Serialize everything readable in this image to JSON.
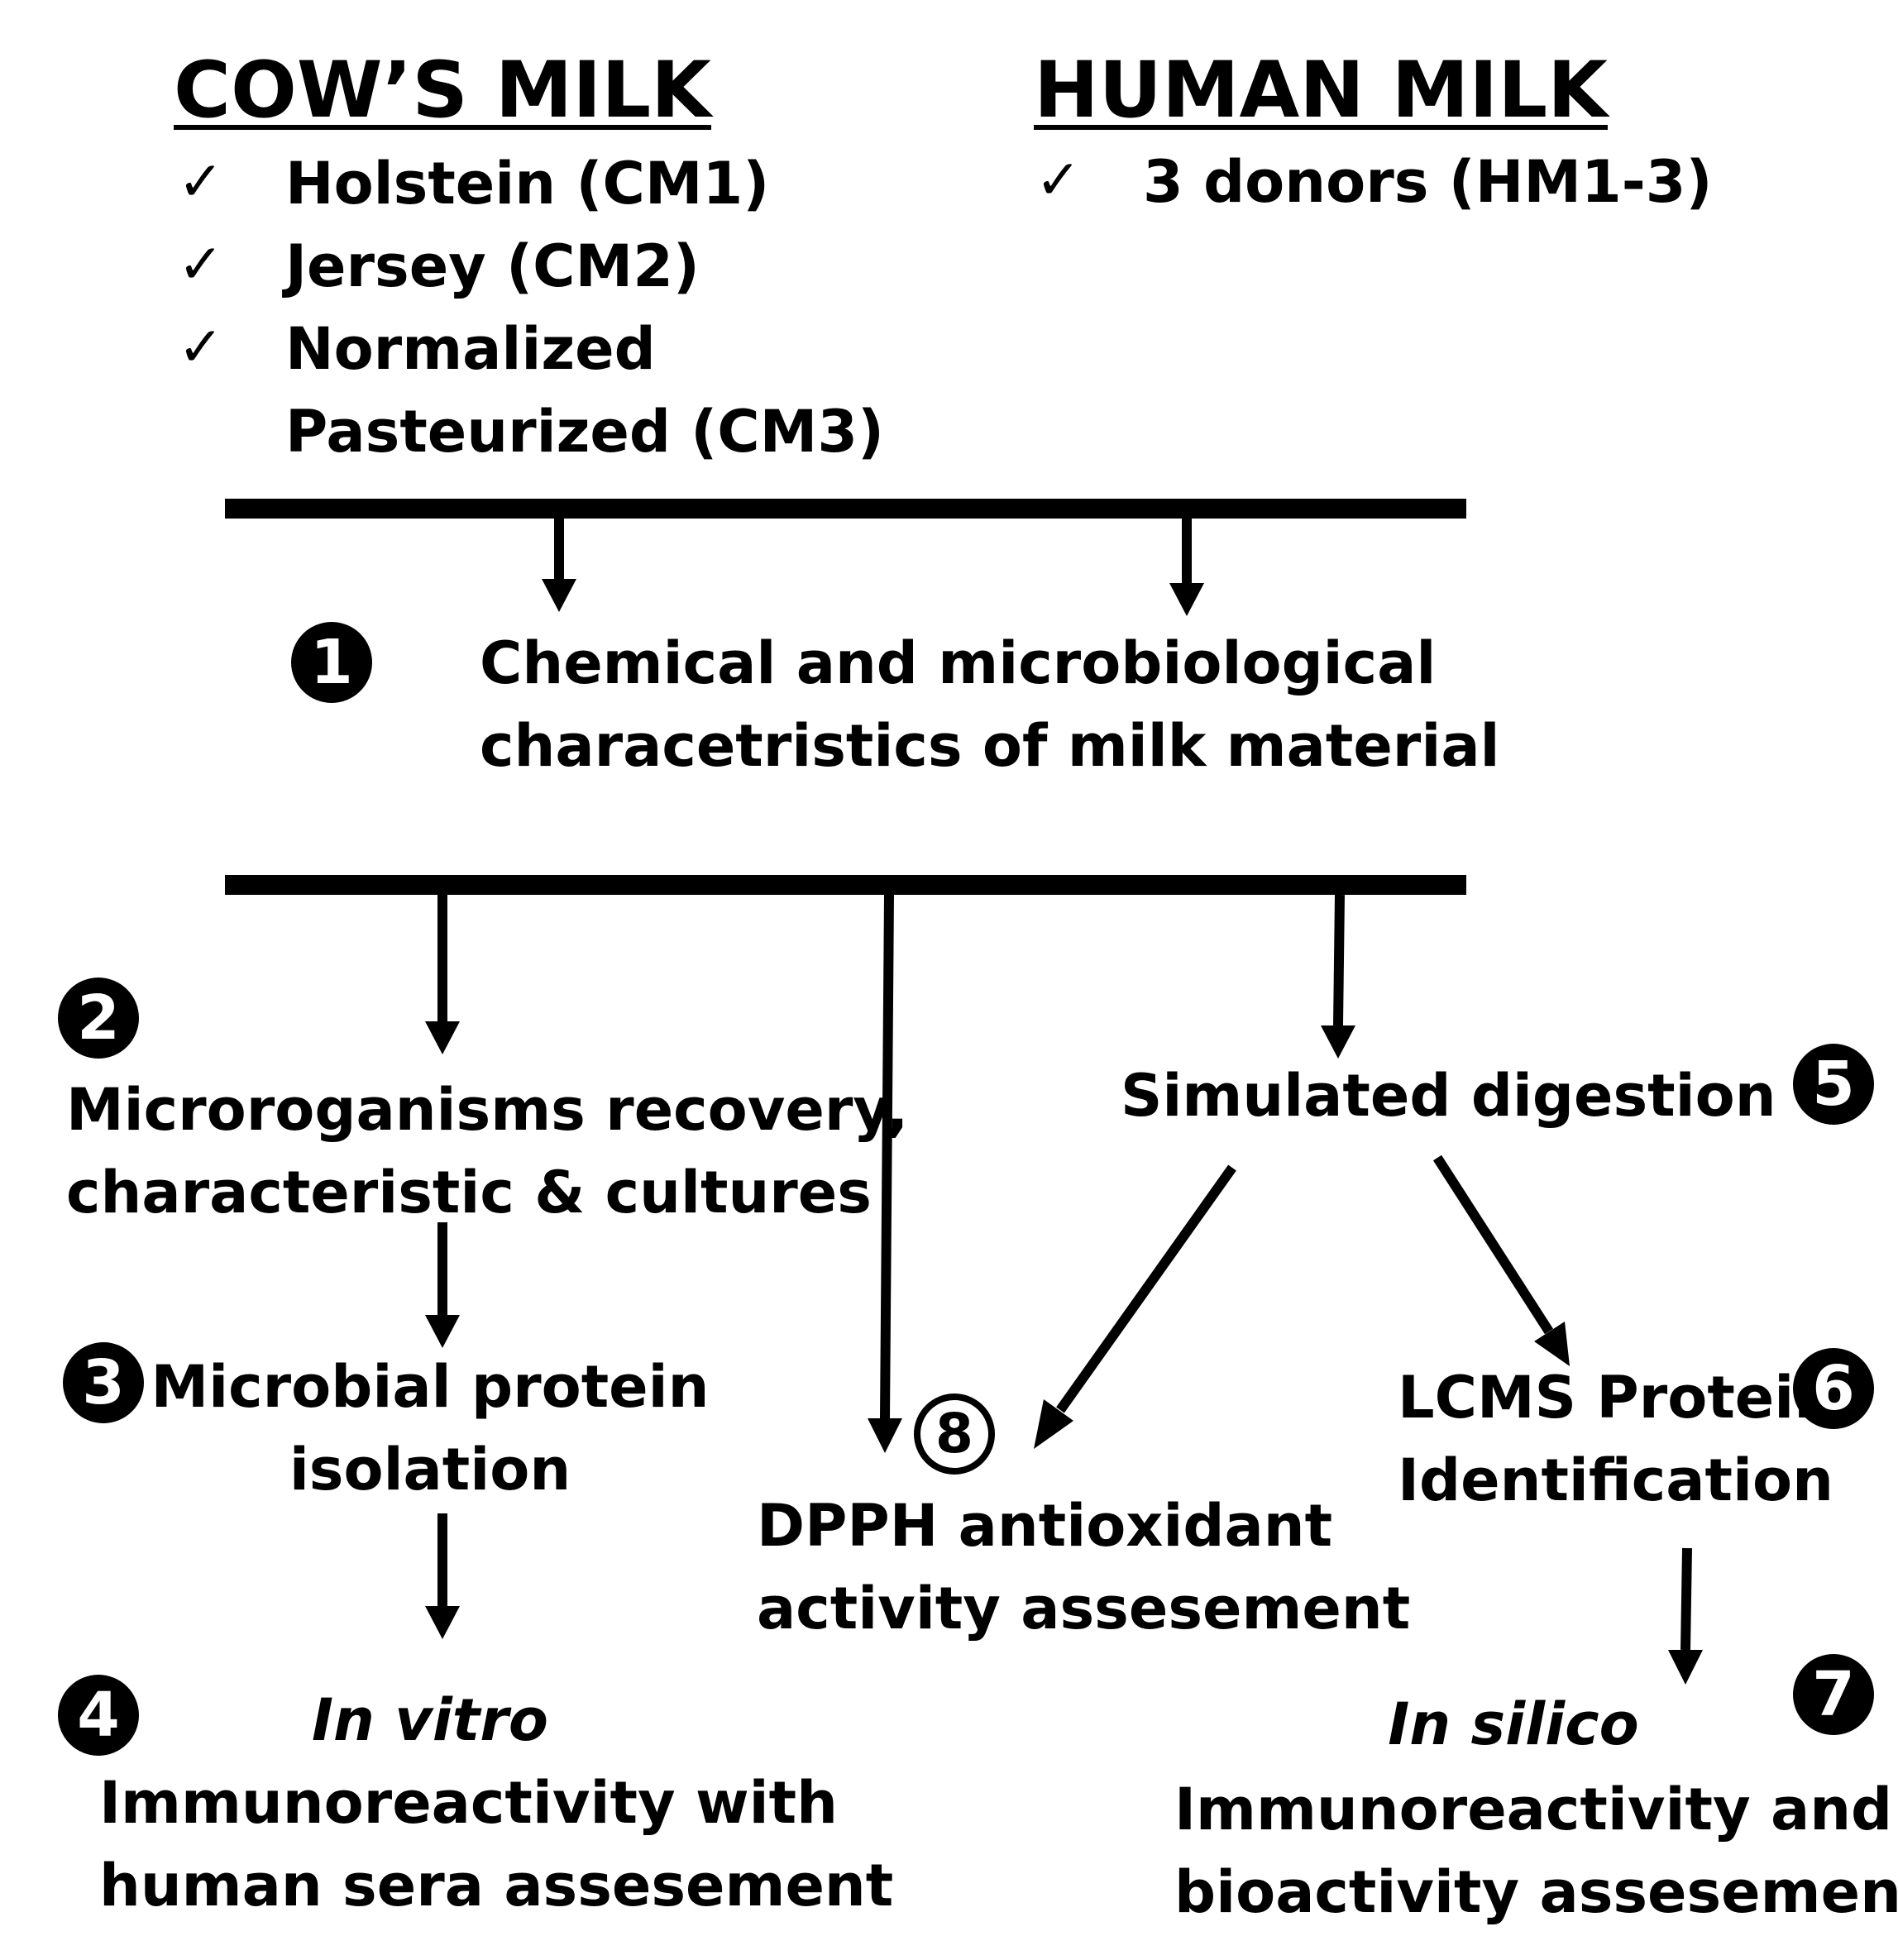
{
  "cows_milk": {
    "title": "COW’S MILK",
    "items": [
      {
        "line1": "Holstein (CM1)"
      },
      {
        "line1": "Jersey (CM2)"
      },
      {
        "line1": "Normalized",
        "line2": "Pasteurized (CM3)"
      }
    ]
  },
  "human_milk": {
    "title": "HUMAN MILK",
    "items": [
      {
        "line1": "3 donors (HM1-3)"
      }
    ]
  },
  "check_glyph": "✓",
  "steps": {
    "s1": {
      "badge": "1",
      "line1": "Chemical and microbiological",
      "line2": "characetristics of milk material"
    },
    "s2": {
      "badge": "2",
      "line1": "Microroganisms recovery,",
      "line2": "characteristic & cultures"
    },
    "s3": {
      "badge": "3",
      "line1": "Microbial protein",
      "line2": "isolation"
    },
    "s4": {
      "badge": "4",
      "line1": "In vitro",
      "line2": "Immunoreactivity with",
      "line3": "human sera assesement"
    },
    "s5": {
      "badge": "5",
      "line1": "Simulated digestion"
    },
    "s6": {
      "badge": "6",
      "line1": "LCMS Protein",
      "line2": "Identification"
    },
    "s7": {
      "badge": "7",
      "line1": "In silico",
      "line2": "Immunoreactivity and",
      "line3": "bioactivity assesement"
    },
    "s8": {
      "badge": "8",
      "line1": "DPPH antioxidant",
      "line2": "activity assesement"
    }
  }
}
